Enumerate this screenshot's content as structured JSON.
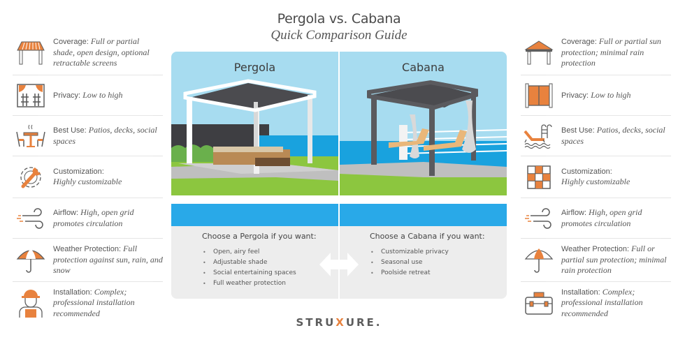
{
  "header": {
    "title": "Pergola vs. Cabana",
    "subtitle": "Quick Comparison Guide"
  },
  "colors": {
    "accent": "#e8823e",
    "icon_gray": "#5d5d5d",
    "sky": "#a7dcf0",
    "pool": "#29a9e8",
    "panel_bg": "#ededed"
  },
  "pergola_features": [
    {
      "icon": "pergola-roof-icon",
      "label": "Coverage:",
      "value": "Full or partial shade, open design, optional retractable screens"
    },
    {
      "icon": "privacy-screen-icon",
      "label": "Privacy:",
      "value": "Low to high"
    },
    {
      "icon": "dining-table-icon",
      "label": "Best Use:",
      "value": "Patios, decks, social spaces"
    },
    {
      "icon": "wrench-gear-icon",
      "label": "Customization:",
      "value": "Highly customizable"
    },
    {
      "icon": "wind-icon",
      "label": "Airflow:",
      "value": "High, open grid promotes circulation"
    },
    {
      "icon": "umbrella-icon",
      "label": "Weather Protection:",
      "value": "Full protection against sun, rain, and snow"
    },
    {
      "icon": "construction-worker-icon",
      "label": "Installation:",
      "value": "Complex; professional installation recommended"
    }
  ],
  "cabana_features": [
    {
      "icon": "cabana-roof-icon",
      "label": "Coverage:",
      "value": "Full or partial sun protection; minimal rain protection"
    },
    {
      "icon": "curtain-panel-icon",
      "label": "Privacy:",
      "value": "Low to high"
    },
    {
      "icon": "pool-lounger-icon",
      "label": "Best Use:",
      "value": "Patios, decks, social spaces"
    },
    {
      "icon": "checker-grid-icon",
      "label": "Customization:",
      "value": "Highly customizable"
    },
    {
      "icon": "wind-icon",
      "label": "Airflow:",
      "value": "High, open grid promotes circulation"
    },
    {
      "icon": "umbrella-icon",
      "label": "Weather Protection:",
      "value": "Full or partial sun protection; minimal rain protection"
    },
    {
      "icon": "toolbox-icon",
      "label": "Installation:",
      "value": "Complex; professional installation recommended"
    }
  ],
  "illustration": {
    "left_title": "Pergola",
    "right_title": "Cabana"
  },
  "choose": {
    "pergola": {
      "heading": "Choose a Pergola if you want:",
      "items": [
        "Open, airy feel",
        "Adjustable shade",
        "Social entertaining spaces",
        "Full weather protection"
      ]
    },
    "cabana": {
      "heading": "Choose a Cabana if you want:",
      "items": [
        "Customizable privacy",
        "Seasonal use",
        "Poolside retreat"
      ]
    }
  },
  "logo": {
    "pre": "STRU",
    "x": "X",
    "post": "URE."
  }
}
